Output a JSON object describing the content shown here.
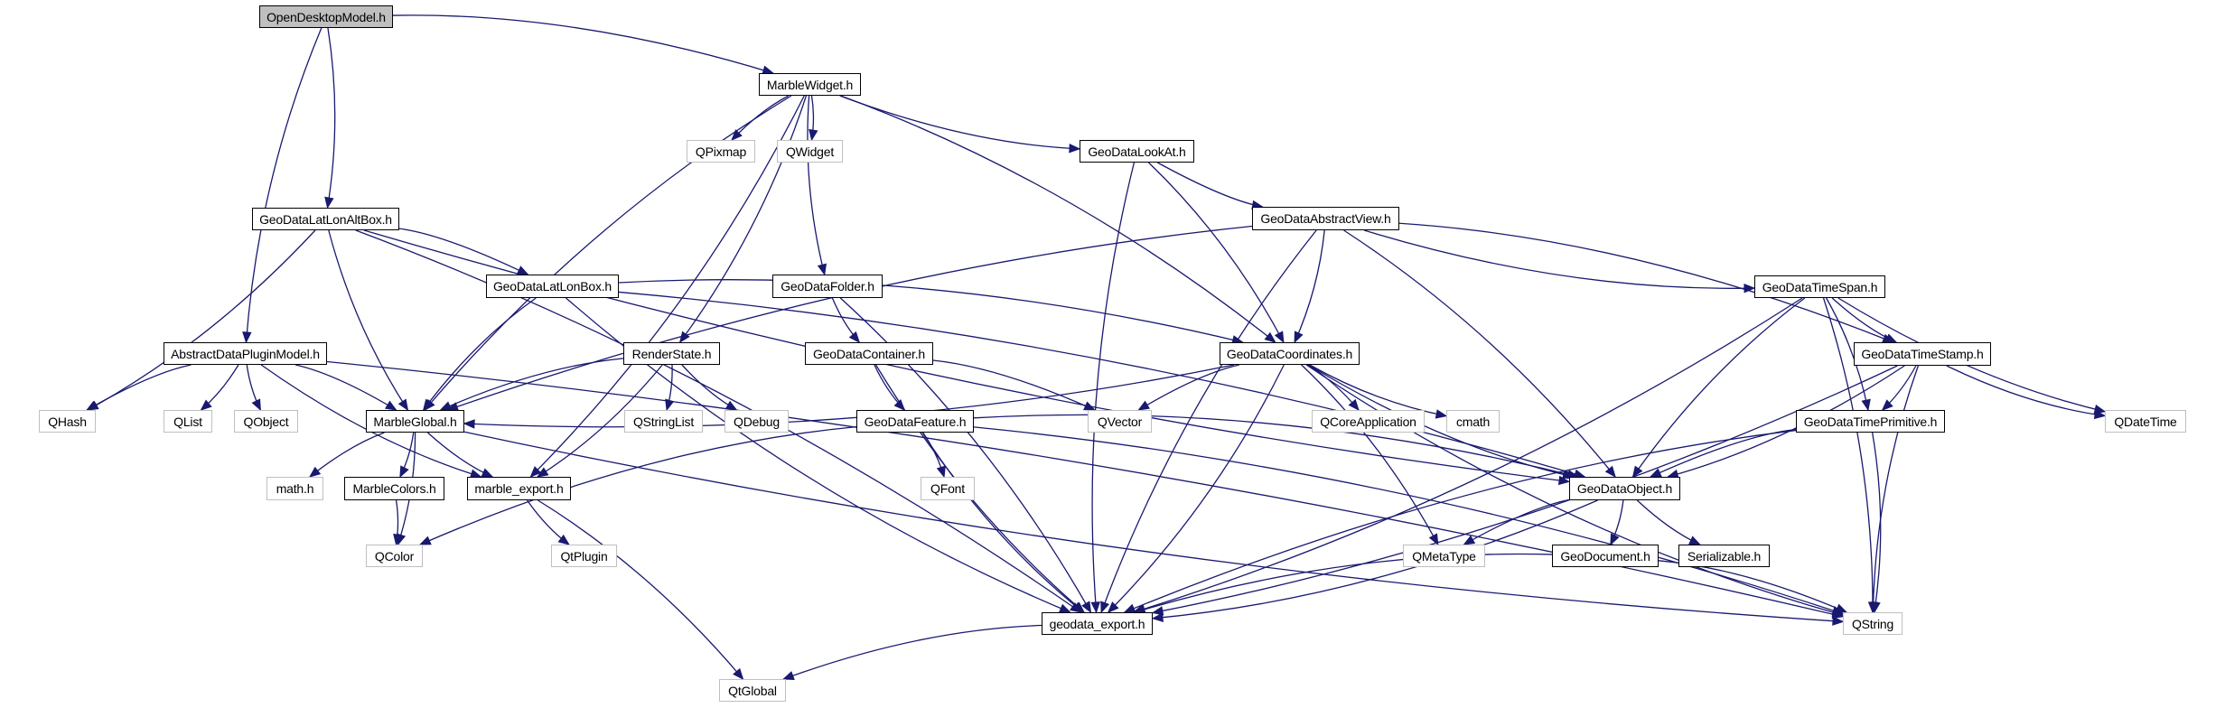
{
  "title": "OpenDesktopModel.h include dependency graph",
  "colors": {
    "edge": "#191970",
    "root_fill": "#bfbfbf",
    "external_border": "#bfbfbf",
    "project_border": "#000000"
  },
  "nodes": [
    {
      "id": "OpenDesktopModel",
      "label": "OpenDesktopModel.h",
      "kind": "root"
    },
    {
      "id": "MarbleWidget",
      "label": "MarbleWidget.h",
      "kind": "project"
    },
    {
      "id": "QPixmap",
      "label": "QPixmap",
      "kind": "external"
    },
    {
      "id": "QWidget",
      "label": "QWidget",
      "kind": "external"
    },
    {
      "id": "GeoDataLookAt",
      "label": "GeoDataLookAt.h",
      "kind": "project"
    },
    {
      "id": "GeoDataLatLonAltBox",
      "label": "GeoDataLatLonAltBox.h",
      "kind": "project"
    },
    {
      "id": "GeoDataAbstractView",
      "label": "GeoDataAbstractView.h",
      "kind": "project"
    },
    {
      "id": "GeoDataLatLonBox",
      "label": "GeoDataLatLonBox.h",
      "kind": "project"
    },
    {
      "id": "GeoDataFolder",
      "label": "GeoDataFolder.h",
      "kind": "project"
    },
    {
      "id": "GeoDataTimeSpan",
      "label": "GeoDataTimeSpan.h",
      "kind": "project"
    },
    {
      "id": "AbstractDataPluginModel",
      "label": "AbstractDataPluginModel.h",
      "kind": "project"
    },
    {
      "id": "RenderState",
      "label": "RenderState.h",
      "kind": "project"
    },
    {
      "id": "GeoDataContainer",
      "label": "GeoDataContainer.h",
      "kind": "project"
    },
    {
      "id": "GeoDataCoordinates",
      "label": "GeoDataCoordinates.h",
      "kind": "project"
    },
    {
      "id": "GeoDataTimeStamp",
      "label": "GeoDataTimeStamp.h",
      "kind": "project"
    },
    {
      "id": "QHash",
      "label": "QHash",
      "kind": "external"
    },
    {
      "id": "QList",
      "label": "QList",
      "kind": "external"
    },
    {
      "id": "QObject",
      "label": "QObject",
      "kind": "external"
    },
    {
      "id": "MarbleGlobal",
      "label": "MarbleGlobal.h",
      "kind": "project"
    },
    {
      "id": "QStringList",
      "label": "QStringList",
      "kind": "external"
    },
    {
      "id": "QDebug",
      "label": "QDebug",
      "kind": "external"
    },
    {
      "id": "GeoDataFeature",
      "label": "GeoDataFeature.h",
      "kind": "project"
    },
    {
      "id": "QVector",
      "label": "QVector",
      "kind": "external"
    },
    {
      "id": "QCoreApplication",
      "label": "QCoreApplication",
      "kind": "external"
    },
    {
      "id": "cmath",
      "label": "cmath",
      "kind": "external"
    },
    {
      "id": "GeoDataTimePrimitive",
      "label": "GeoDataTimePrimitive.h",
      "kind": "project"
    },
    {
      "id": "QDateTime",
      "label": "QDateTime",
      "kind": "external"
    },
    {
      "id": "math",
      "label": "math.h",
      "kind": "external"
    },
    {
      "id": "MarbleColors",
      "label": "MarbleColors.h",
      "kind": "project"
    },
    {
      "id": "marble_export",
      "label": "marble_export.h",
      "kind": "project"
    },
    {
      "id": "QFont",
      "label": "QFont",
      "kind": "external"
    },
    {
      "id": "GeoDataObject",
      "label": "GeoDataObject.h",
      "kind": "project"
    },
    {
      "id": "QColor",
      "label": "QColor",
      "kind": "external"
    },
    {
      "id": "QtPlugin",
      "label": "QtPlugin",
      "kind": "external"
    },
    {
      "id": "QMetaType",
      "label": "QMetaType",
      "kind": "external"
    },
    {
      "id": "GeoDocument",
      "label": "GeoDocument.h",
      "kind": "project"
    },
    {
      "id": "Serializable",
      "label": "Serializable.h",
      "kind": "project"
    },
    {
      "id": "geodata_export",
      "label": "geodata_export.h",
      "kind": "project"
    },
    {
      "id": "QString",
      "label": "QString",
      "kind": "external"
    },
    {
      "id": "QtGlobal",
      "label": "QtGlobal",
      "kind": "external"
    }
  ],
  "edges": [
    [
      "OpenDesktopModel",
      "GeoDataLatLonAltBox"
    ],
    [
      "OpenDesktopModel",
      "AbstractDataPluginModel"
    ],
    [
      "OpenDesktopModel",
      "MarbleWidget"
    ],
    [
      "MarbleWidget",
      "QPixmap"
    ],
    [
      "MarbleWidget",
      "QWidget"
    ],
    [
      "MarbleWidget",
      "GeoDataLookAt"
    ],
    [
      "MarbleWidget",
      "GeoDataCoordinates"
    ],
    [
      "MarbleWidget",
      "MarbleGlobal"
    ],
    [
      "MarbleWidget",
      "marble_export"
    ],
    [
      "MarbleWidget",
      "GeoDataFolder"
    ],
    [
      "MarbleWidget",
      "RenderState"
    ],
    [
      "GeoDataLookAt",
      "GeoDataAbstractView"
    ],
    [
      "GeoDataLookAt",
      "GeoDataCoordinates"
    ],
    [
      "GeoDataLookAt",
      "geodata_export"
    ],
    [
      "GeoDataLatLonAltBox",
      "QHash"
    ],
    [
      "GeoDataLatLonAltBox",
      "MarbleGlobal"
    ],
    [
      "GeoDataLatLonAltBox",
      "GeoDataLatLonBox"
    ],
    [
      "GeoDataLatLonAltBox",
      "GeoDataObject"
    ],
    [
      "GeoDataLatLonAltBox",
      "geodata_export"
    ],
    [
      "GeoDataAbstractView",
      "MarbleGlobal"
    ],
    [
      "GeoDataAbstractView",
      "GeoDataCoordinates"
    ],
    [
      "GeoDataAbstractView",
      "geodata_export"
    ],
    [
      "GeoDataAbstractView",
      "GeoDataObject"
    ],
    [
      "GeoDataAbstractView",
      "GeoDataTimeSpan"
    ],
    [
      "GeoDataAbstractView",
      "GeoDataTimeStamp"
    ],
    [
      "GeoDataLatLonBox",
      "MarbleGlobal"
    ],
    [
      "GeoDataLatLonBox",
      "GeoDataCoordinates"
    ],
    [
      "GeoDataLatLonBox",
      "geodata_export"
    ],
    [
      "GeoDataLatLonBox",
      "GeoDataObject"
    ],
    [
      "GeoDataFolder",
      "GeoDataContainer"
    ],
    [
      "GeoDataFolder",
      "geodata_export"
    ],
    [
      "GeoDataTimeSpan",
      "GeoDataTimeStamp"
    ],
    [
      "GeoDataTimeSpan",
      "GeoDataTimePrimitive"
    ],
    [
      "GeoDataTimeSpan",
      "QDateTime"
    ],
    [
      "GeoDataTimeSpan",
      "QString"
    ],
    [
      "GeoDataTimeSpan",
      "GeoDataObject"
    ],
    [
      "GeoDataTimeSpan",
      "geodata_export"
    ],
    [
      "AbstractDataPluginModel",
      "QHash"
    ],
    [
      "AbstractDataPluginModel",
      "QList"
    ],
    [
      "AbstractDataPluginModel",
      "QObject"
    ],
    [
      "AbstractDataPluginModel",
      "MarbleGlobal"
    ],
    [
      "AbstractDataPluginModel",
      "marble_export"
    ],
    [
      "AbstractDataPluginModel",
      "QString"
    ],
    [
      "RenderState",
      "MarbleGlobal"
    ],
    [
      "RenderState",
      "QStringList"
    ],
    [
      "RenderState",
      "QDebug"
    ],
    [
      "RenderState",
      "marble_export"
    ],
    [
      "GeoDataContainer",
      "GeoDataFeature"
    ],
    [
      "GeoDataContainer",
      "QVector"
    ],
    [
      "GeoDataContainer",
      "geodata_export"
    ],
    [
      "GeoDataCoordinates",
      "MarbleGlobal"
    ],
    [
      "GeoDataCoordinates",
      "QVector"
    ],
    [
      "GeoDataCoordinates",
      "QCoreApplication"
    ],
    [
      "GeoDataCoordinates",
      "cmath"
    ],
    [
      "GeoDataCoordinates",
      "QMetaType"
    ],
    [
      "GeoDataCoordinates",
      "QString"
    ],
    [
      "GeoDataCoordinates",
      "geodata_export"
    ],
    [
      "GeoDataCoordinates",
      "GeoDataObject"
    ],
    [
      "GeoDataTimeStamp",
      "GeoDataTimePrimitive"
    ],
    [
      "GeoDataTimeStamp",
      "QDateTime"
    ],
    [
      "GeoDataTimeStamp",
      "GeoDataObject"
    ],
    [
      "GeoDataTimeStamp",
      "QString"
    ],
    [
      "GeoDataTimeStamp",
      "geodata_export"
    ],
    [
      "MarbleGlobal",
      "math"
    ],
    [
      "MarbleGlobal",
      "MarbleColors"
    ],
    [
      "MarbleGlobal",
      "marble_export"
    ],
    [
      "MarbleGlobal",
      "QColor"
    ],
    [
      "MarbleGlobal",
      "QString"
    ],
    [
      "GeoDataFeature",
      "QFont"
    ],
    [
      "GeoDataFeature",
      "QColor"
    ],
    [
      "GeoDataFeature",
      "GeoDataObject"
    ],
    [
      "GeoDataFeature",
      "geodata_export"
    ],
    [
      "GeoDataFeature",
      "QString"
    ],
    [
      "GeoDataTimePrimitive",
      "GeoDataObject"
    ],
    [
      "GeoDataTimePrimitive",
      "QString"
    ],
    [
      "GeoDataTimePrimitive",
      "geodata_export"
    ],
    [
      "MarbleColors",
      "QColor"
    ],
    [
      "marble_export",
      "QtPlugin"
    ],
    [
      "marble_export",
      "QtGlobal"
    ],
    [
      "GeoDataObject",
      "QMetaType"
    ],
    [
      "GeoDataObject",
      "GeoDocument"
    ],
    [
      "GeoDataObject",
      "Serializable"
    ],
    [
      "GeoDataObject",
      "geodata_export"
    ],
    [
      "GeoDocument",
      "geodata_export"
    ],
    [
      "GeoDocument",
      "QString"
    ],
    [
      "geodata_export",
      "QtGlobal"
    ]
  ]
}
